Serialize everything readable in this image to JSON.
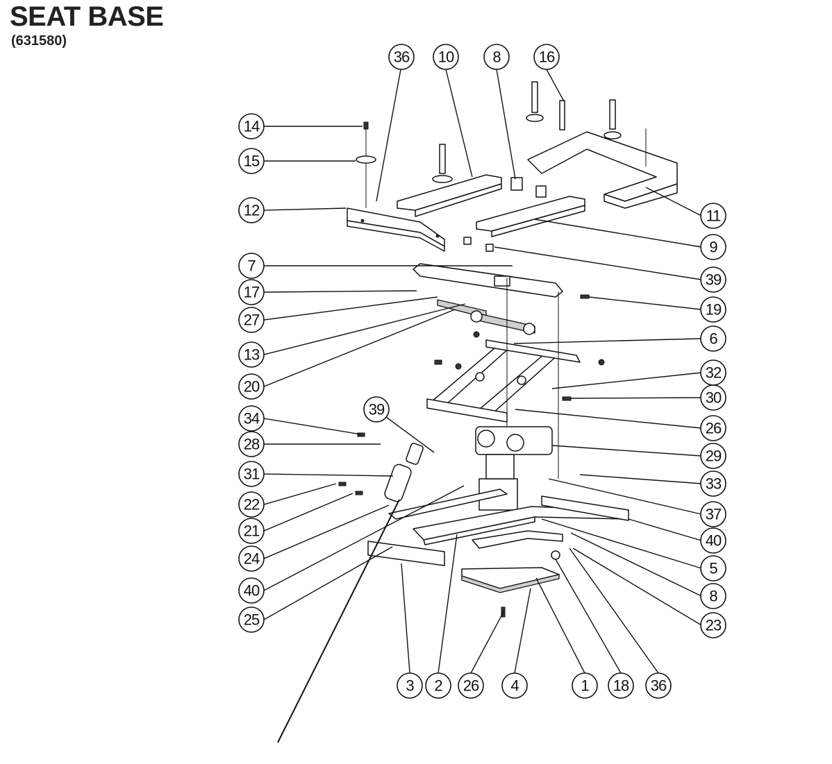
{
  "header": {
    "title": "SEAT BASE",
    "part_number": "(631580)"
  },
  "callouts": [
    {
      "label": "36"
    },
    {
      "label": "10"
    },
    {
      "label": "8"
    },
    {
      "label": "16"
    },
    {
      "label": "14"
    },
    {
      "label": "15"
    },
    {
      "label": "12"
    },
    {
      "label": "11"
    },
    {
      "label": "9"
    },
    {
      "label": "7"
    },
    {
      "label": "39"
    },
    {
      "label": "17"
    },
    {
      "label": "19"
    },
    {
      "label": "27"
    },
    {
      "label": "13"
    },
    {
      "label": "6"
    },
    {
      "label": "20"
    },
    {
      "label": "32"
    },
    {
      "label": "30"
    },
    {
      "label": "39"
    },
    {
      "label": "34"
    },
    {
      "label": "26"
    },
    {
      "label": "28"
    },
    {
      "label": "29"
    },
    {
      "label": "31"
    },
    {
      "label": "33"
    },
    {
      "label": "22"
    },
    {
      "label": "37"
    },
    {
      "label": "21"
    },
    {
      "label": "40"
    },
    {
      "label": "24"
    },
    {
      "label": "5"
    },
    {
      "label": "40"
    },
    {
      "label": "8"
    },
    {
      "label": "25"
    },
    {
      "label": "23"
    },
    {
      "label": "3"
    },
    {
      "label": "2"
    },
    {
      "label": "26"
    },
    {
      "label": "4"
    },
    {
      "label": "1"
    },
    {
      "label": "18"
    },
    {
      "label": "36"
    }
  ]
}
